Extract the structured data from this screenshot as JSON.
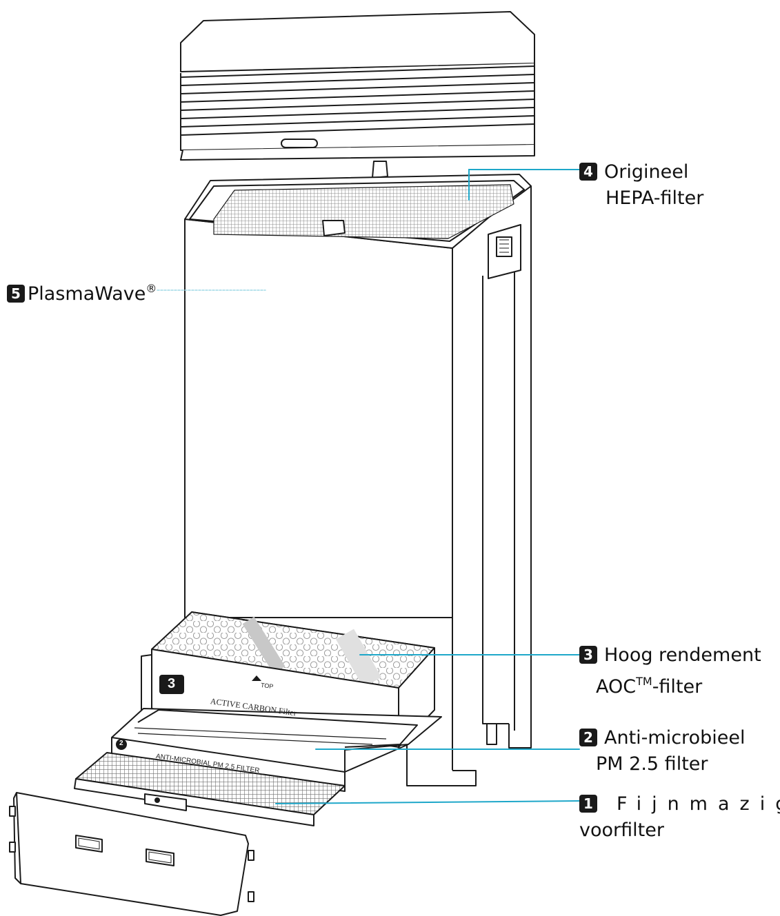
{
  "labels": {
    "hepa": {
      "num": "4",
      "line1": "Origineel",
      "line2": "HEPA-filter"
    },
    "plasma": {
      "num": "5",
      "text": "PlasmaWave",
      "reg": "®"
    },
    "carbon": {
      "num": "3",
      "line1": "Hoog rendement",
      "line2_a": "AOC",
      "line2_tm": "TM",
      "line2_b": "-filter"
    },
    "pm": {
      "num": "2",
      "line1": "Anti-microbieel",
      "line2": "PM 2.5 filter"
    },
    "pre": {
      "num": "1",
      "line1": "Fijnmazig",
      "line2": "voorfilter"
    }
  },
  "filter_print": {
    "carbon_badge": "3",
    "carbon_top": "TOP",
    "carbon_name": "ACTIVE CARBON Filter",
    "pm_badge": "2",
    "pm_name": "ANTI-MICROBIAL PM 2.5 FILTER"
  },
  "colors": {
    "line": "#1a1a1a",
    "leader": "#1ea7c9",
    "leader_faint": "#9fd8e6",
    "badge": "#1a1a1a"
  }
}
